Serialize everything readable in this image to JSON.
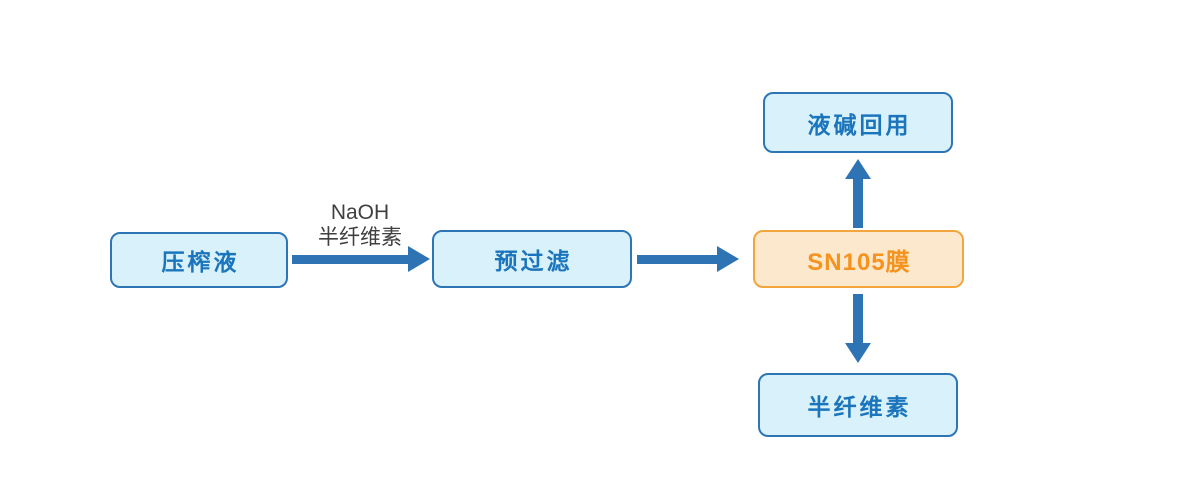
{
  "diagram": {
    "type": "flowchart",
    "background": "#ffffff",
    "colors": {
      "blue_node_fill": "#d8f1fb",
      "blue_node_border": "#2e75b6",
      "blue_node_text": "#1b75bc",
      "orange_node_fill": "#fce9cd",
      "orange_node_border": "#f3a63c",
      "orange_node_text": "#f6921e",
      "arrow": "#2e74b5",
      "edge_label_text": "#3f3f3f"
    },
    "nodes": [
      {
        "id": "press-liquid",
        "label": "压榨液",
        "style": "blue"
      },
      {
        "id": "pre-filter",
        "label": "预过滤",
        "style": "blue"
      },
      {
        "id": "sn105",
        "label": "SN105膜",
        "style": "orange"
      },
      {
        "id": "alkali-reuse",
        "label": "液碱回用",
        "style": "blue"
      },
      {
        "id": "hemicellulose",
        "label": "半纤维素",
        "style": "blue"
      }
    ],
    "edges": [
      {
        "from": "press-liquid",
        "to": "pre-filter",
        "label_line1": "NaOH",
        "label_line2": "半纤维素"
      },
      {
        "from": "pre-filter",
        "to": "sn105"
      },
      {
        "from": "sn105",
        "to": "alkali-reuse"
      },
      {
        "from": "sn105",
        "to": "hemicellulose"
      }
    ],
    "edge_label": {
      "line1": "NaOH",
      "line2": "半纤维素"
    }
  }
}
